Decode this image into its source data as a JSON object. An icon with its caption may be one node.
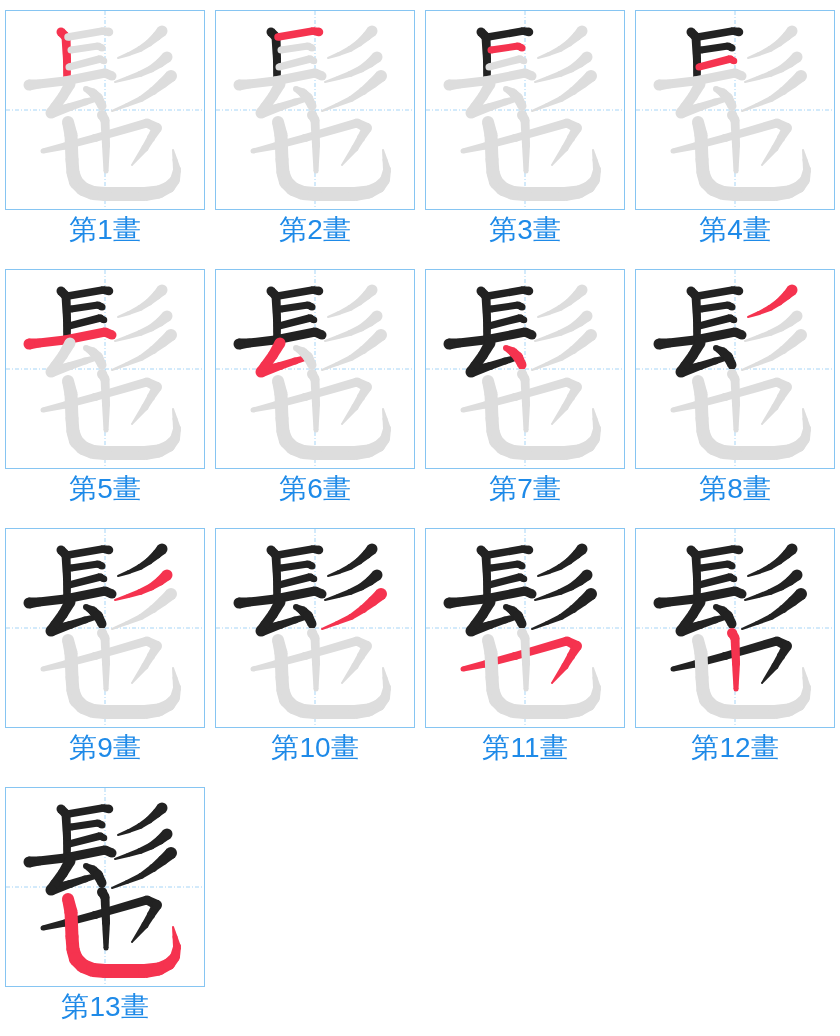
{
  "diagram": {
    "nodes": [
      {
        "text": [
          "第1畫"
        ]
      },
      {
        "text": [
          "第2畫"
        ]
      },
      {
        "text": [
          "第3畫"
        ]
      },
      {
        "text": [
          "第4畫"
        ]
      },
      {
        "text": [
          "第5畫"
        ]
      },
      {
        "text": [
          "第6畫"
        ]
      },
      {
        "text": [
          "第7畫"
        ]
      },
      {
        "text": [
          "第8畫"
        ]
      },
      {
        "text": [
          "第9畫"
        ]
      },
      {
        "text": [
          "第10畫"
        ]
      },
      {
        "text": [
          "第11畫"
        ]
      },
      {
        "text": [
          "第12畫"
        ]
      },
      {
        "text": [
          "第13畫"
        ]
      }
    ]
  }
}
